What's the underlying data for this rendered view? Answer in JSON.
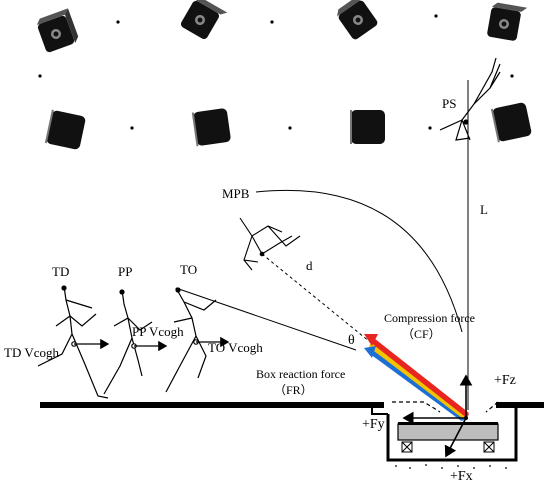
{
  "labels": {
    "ps": "PS",
    "l": "L",
    "mpb": "MPB",
    "d": "d",
    "td": "TD",
    "pp": "PP",
    "to": "TO",
    "td_v": "TD Vcogh",
    "pp_v": "PP Vcogh",
    "to_v": "TO Vcogh",
    "theta": "θ",
    "cf_title": "Compression force",
    "cf_abbr": "（CF）",
    "fr_title": "Box reaction force",
    "fr_abbr": "（FR）",
    "fz": "+Fz",
    "fy": "+Fy",
    "fx": "+Fx"
  },
  "colors": {
    "cf_red": "#e8251f",
    "yellow": "#f2c400",
    "fr_blue": "#1d6fd6",
    "platform": "#bdbdbd"
  }
}
